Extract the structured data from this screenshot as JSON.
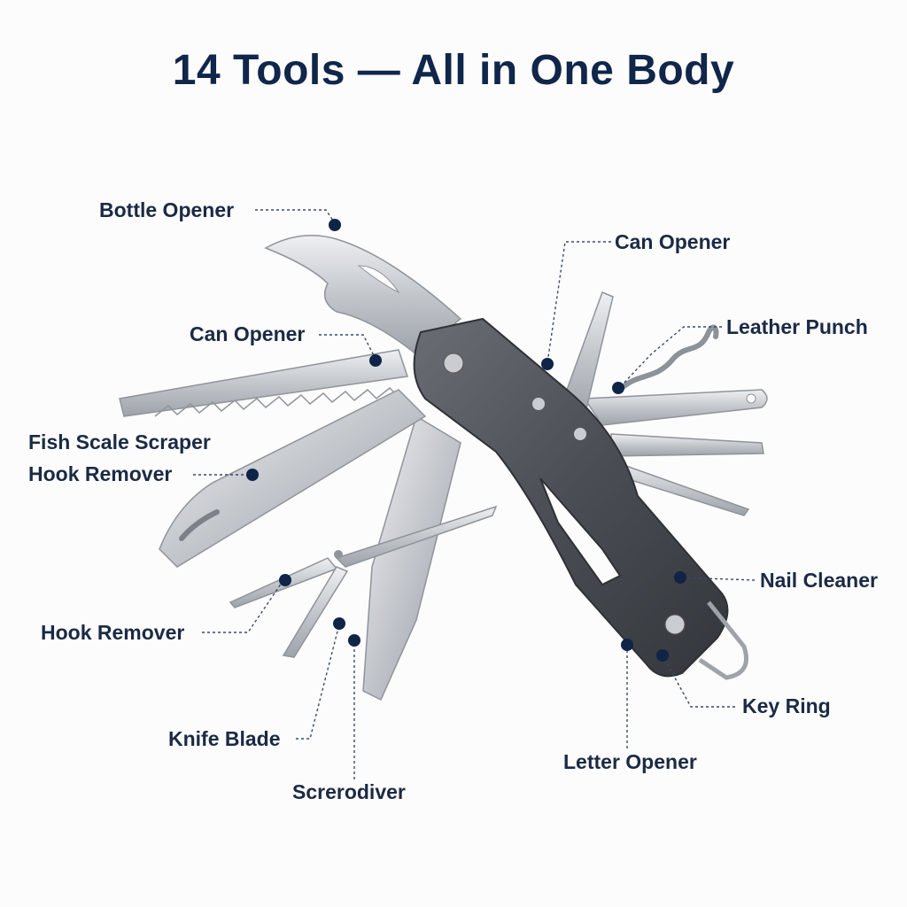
{
  "title": "14 Tools — All in One Body",
  "labels": {
    "bottle_opener": "Bottle Opener",
    "can_opener_left": "Can Opener",
    "fish_scale_scraper": "Fish Scale Scraper",
    "hook_remover_upper": "Hook Remover",
    "hook_remover_lower": "Hook Remover",
    "knife_blade": "Knife Blade",
    "screwdriver": "Screrodiver",
    "can_opener_right": "Can Opener",
    "leather_punch": "Leather Punch",
    "nail_cleaner": "Nail Cleaner",
    "key_ring": "Key Ring",
    "letter_opener": "Letter Opener"
  },
  "colors": {
    "title": "#10264a",
    "label": "#1b2a44",
    "dot": "#0f2447",
    "leader": "#3a4a66",
    "handle": "#4b4f55",
    "steel": "#c9ccd1"
  }
}
